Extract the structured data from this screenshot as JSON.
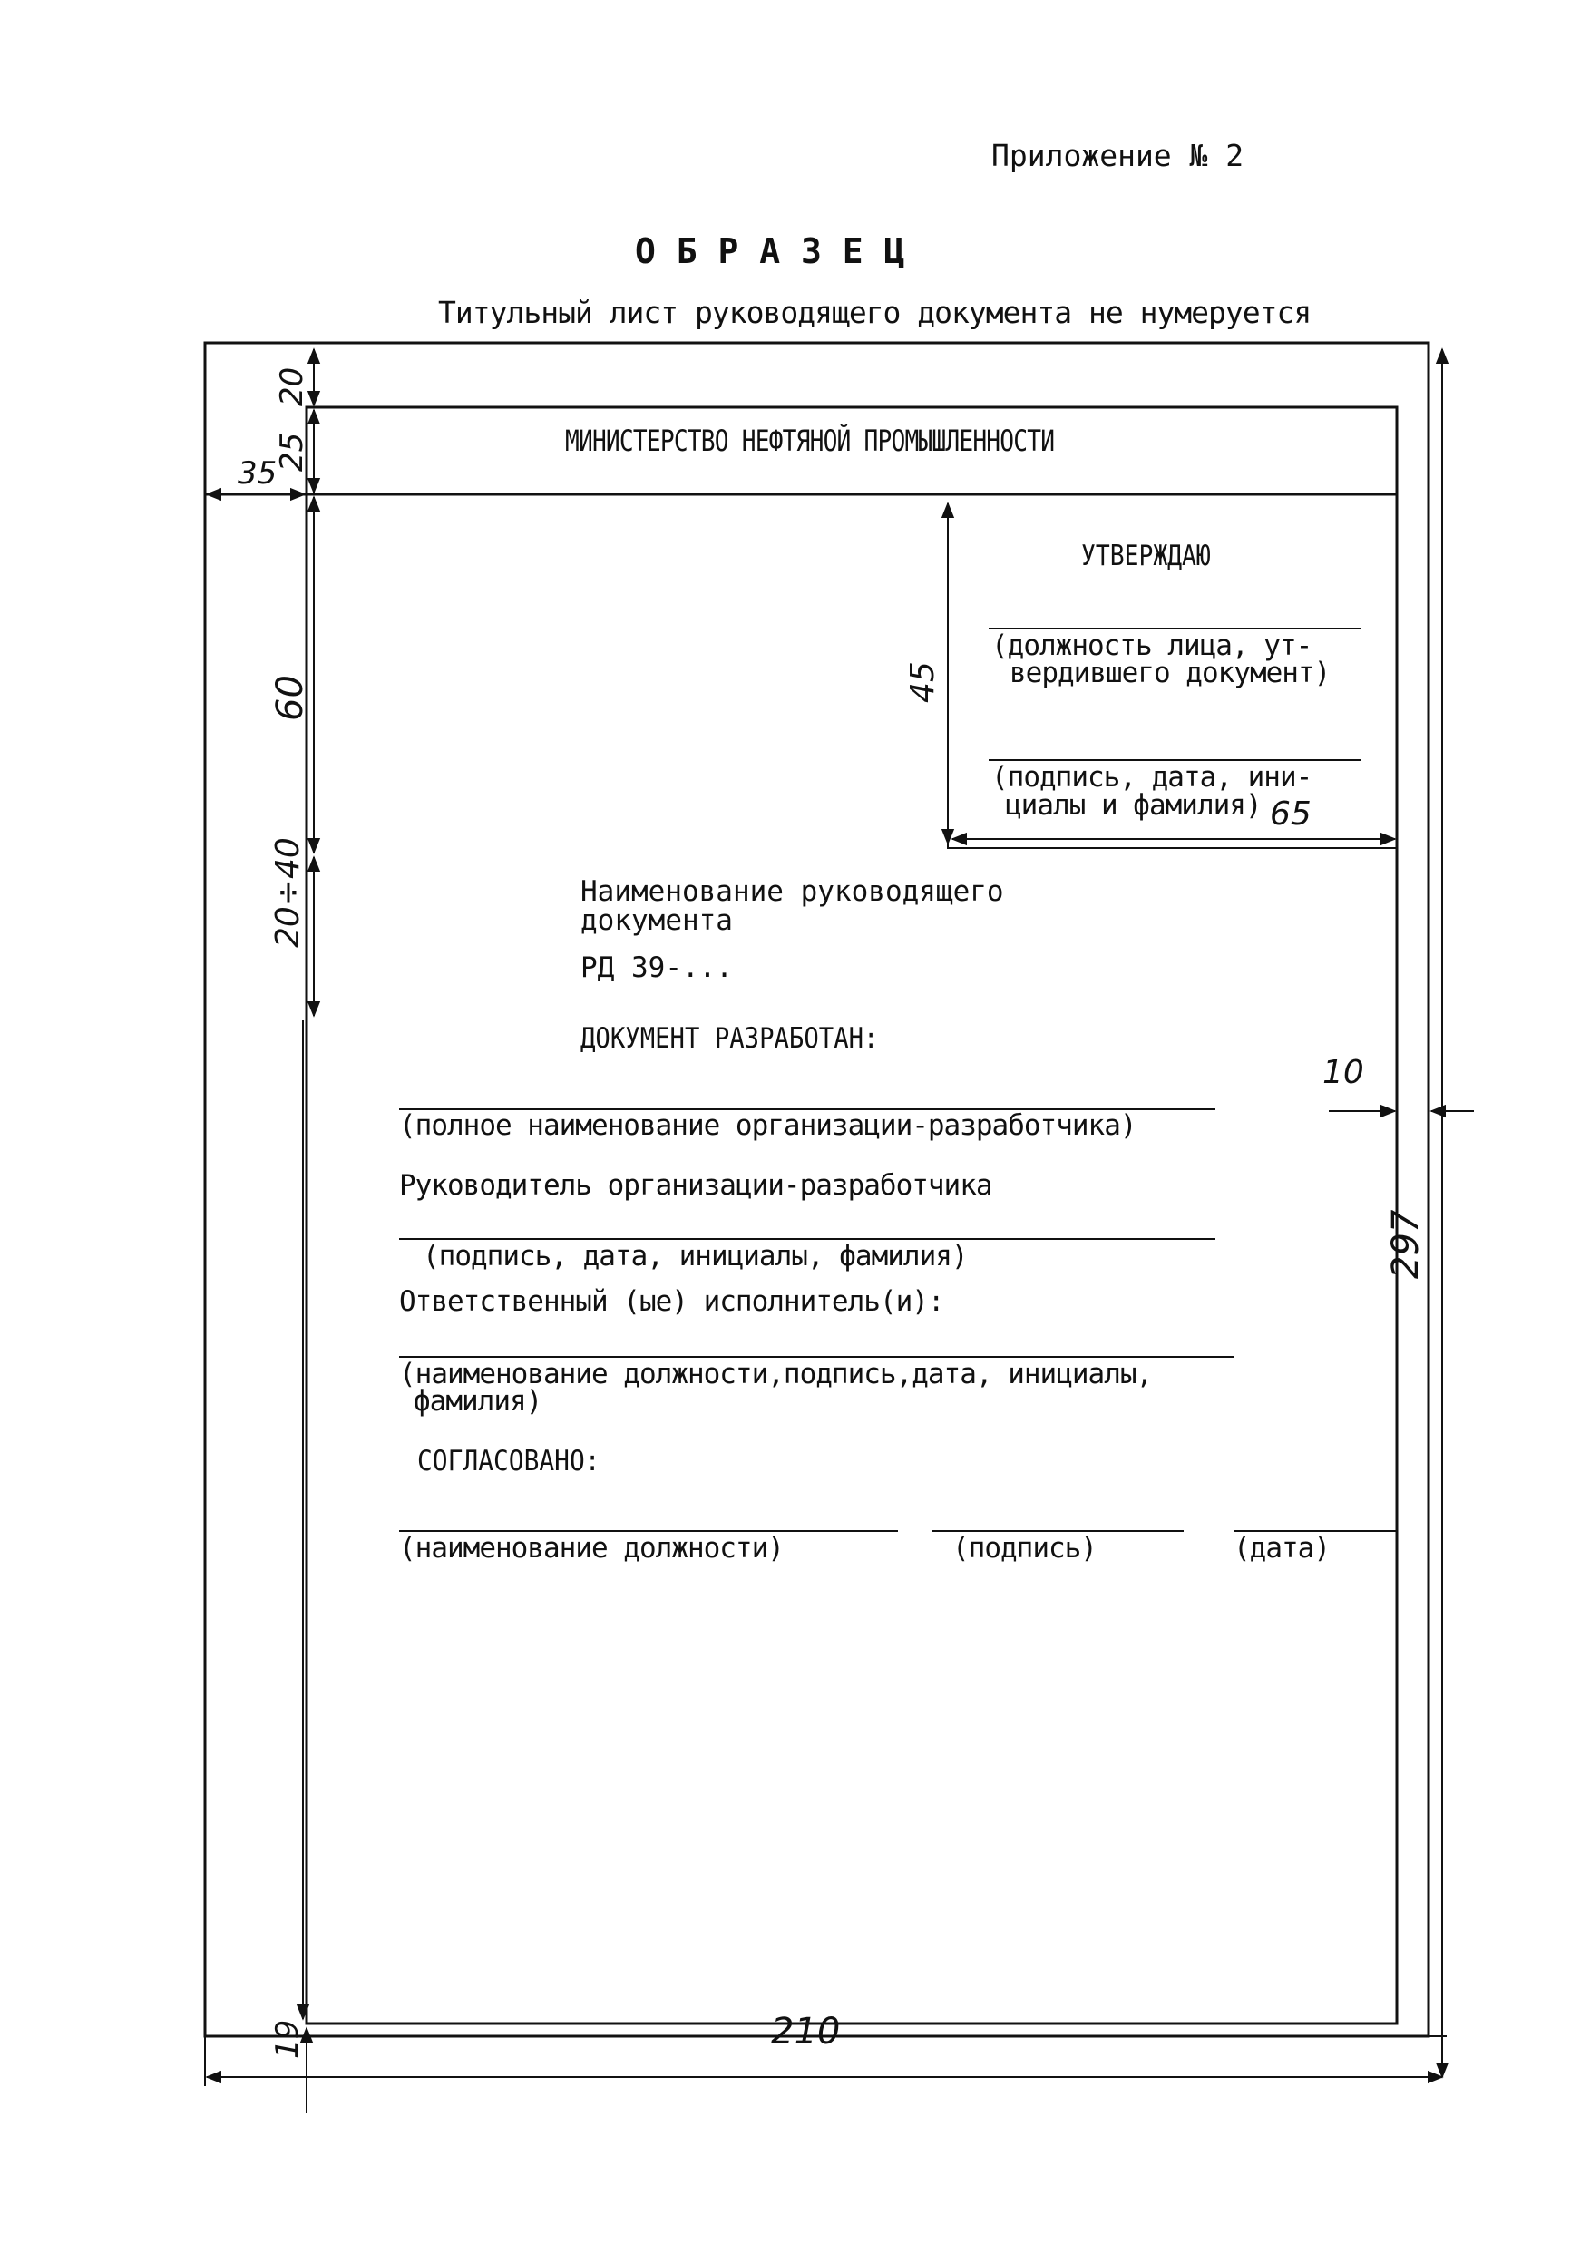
{
  "appendix_label": "Приложение № 2",
  "title": "О Б Р А З Е Ц",
  "subtitle": "Титульный лист руководящего документа не нумеруется",
  "sheet": {
    "ministry": "МИНИСТЕРСТВО НЕФТЯНОЙ ПРОМЫШЛЕННОСТИ",
    "approve": {
      "heading": "УТВЕРЖДАЮ",
      "position_line1": "(должность лица, ут-",
      "position_line2": "вердившего документ)",
      "signature_line1": "(подпись, дата, ини-",
      "signature_line2": "циалы и фамилия)"
    },
    "doc_name_line1": "Наименование руководящего",
    "doc_name_line2": "документа",
    "doc_code": "РД 39-...",
    "developed_by": "ДОКУМЕНТ РАЗРАБОТАН:",
    "org_full_name": "(полное наименование организации-разработчика)",
    "org_head": "Руководитель организации-разработчика",
    "head_signature": "(подпись, дата, инициалы, фамилия)",
    "executors": "Ответственный (ые) исполнитель(и):",
    "executor_details_line1": "(наименование должности,подпись,дата, инициалы,",
    "executor_details_line2": "фамилия)",
    "agreed": "СОГЛАСОВАНО:",
    "agreed_position": "(наименование должности)",
    "agreed_signature": "(подпись)",
    "agreed_date": "(дата)"
  },
  "dimensions": {
    "top_margin": "20",
    "header_height": "25",
    "left_margin": "35",
    "approve_block_offset": "60",
    "approve_block_height": "45",
    "approve_block_width": "65",
    "gap": "20÷40",
    "right_margin": "10",
    "page_height": "297",
    "page_width": "210",
    "bottom_margin": "19"
  }
}
